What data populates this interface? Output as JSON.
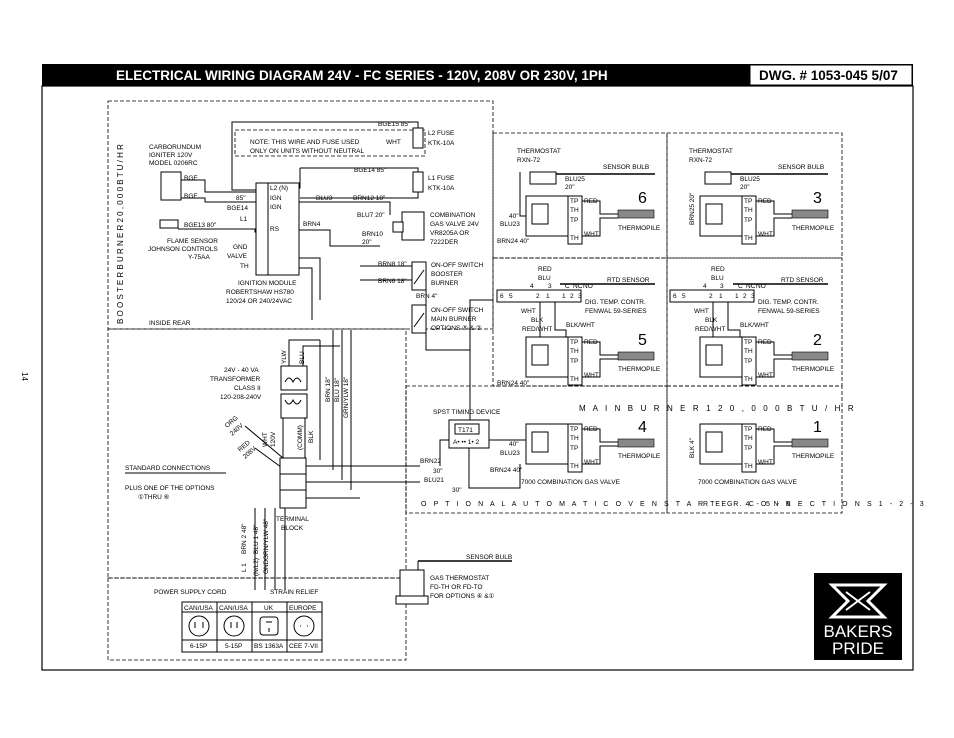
{
  "header": {
    "title": "ELECTRICAL WIRING DIAGRAM 24V  -  FC SERIES  -    120V, 208V  OR 230V, 1PH",
    "dwg": "DWG. # 1053-045 5/07"
  },
  "page_number": "14",
  "booster": {
    "vertical_label": "B O O S T E R   B U R N E R   2 0 , 0 0 0   B T U / H R",
    "inside_rear": "INSIDE REAR",
    "igniter": [
      "CARBORUNDUM",
      "IGNITER  120V",
      "MODEL 0206RC"
    ],
    "bge": "BGE",
    "bge14": "BGE14",
    "bge13": "BGE13  80\"",
    "bge15": "BGE15  85\"",
    "bge14_85": "BGE14  85\"",
    "flame_sensor": [
      "FLAME SENSOR",
      "JOHNSON CONTROLS",
      "Y-75AA"
    ],
    "note": [
      "NOTE:  THIS WIRE AND FUSE USED",
      "ONLY ON UNITS WITHOUT NEUTRAL"
    ],
    "wht": "WHT",
    "l2_fuse": [
      "L2 FUSE",
      "KTK-10A"
    ],
    "l1_fuse": [
      "L1 FUSE",
      "KTK-10A"
    ],
    "module_terms": [
      "L2 (N)",
      "IGN",
      "IGN",
      "L1",
      "RS",
      "GND",
      "VALVE",
      "TH"
    ],
    "ign_left_85": "85\"",
    "blu3": "BLU3",
    "brn12": "BRN12  18\"",
    "brn4": "BRN4",
    "blu7": "BLU7  20\"",
    "brn10": "BRN10",
    "brn10_len": "20\"",
    "combo_valve": [
      "COMBINATION",
      "GAS VALVE 24V",
      "VR8205A  OR",
      "7222DER"
    ],
    "module_name": [
      "IGNITION MODULE",
      "ROBERTSHAW HS780",
      "120/24  OR  240/24VAC"
    ],
    "brn8": "BRN8  18\"",
    "brn6": "BRN6  18\"",
    "brn_4": "BRN  4\"",
    "booster_switch": [
      "ON-OFF SWITCH",
      "BOOSTER",
      "BURNER"
    ],
    "main_switch": [
      "ON-OFF SWITCH",
      "MAIN BURNER",
      "OPTIONS  ⑤ & ②"
    ]
  },
  "transformer": {
    "label": [
      "24V - 40 VA",
      "TRANSFORMER",
      "CLASS II",
      "120-208-240V"
    ],
    "ylw": "YLW",
    "blu": "BLU",
    "org": "ORG",
    "v240": "240V",
    "red": "RED",
    "v208": "208V",
    "wht": "WHT",
    "v120": "120V",
    "com": "(COMM)",
    "blk": "BLK",
    "brn18": "BRN 18\"",
    "blu18": "BLU 18\"",
    "grn18": "GRN/YLW 18\""
  },
  "standard": {
    "line1": "STANDARD CONNECTIONS",
    "line2": "PLUS ONE OF THE OPTIONS",
    "line3": "①THRU  ⑥"
  },
  "terminal_block": [
    "TERMINAL",
    "BLOCK"
  ],
  "feed": {
    "brn2": "BRN 2  48\"",
    "blu1": "BLU 1  48\"",
    "grn": "GRN/YLW  48\"",
    "l1": "L 1",
    "n": "(N/L2)",
    "gnd": "GND"
  },
  "power": {
    "cord": "POWER SUPPLY CORD",
    "strain": "STRAIN RELIEF",
    "headers": [
      "CAN/USA",
      "CAN/USA",
      "UK",
      "EUROPE"
    ],
    "models": [
      "6-15P",
      "5-15P",
      "BS 1363A",
      "CEE 7-VII"
    ]
  },
  "thermostat": {
    "title": "THERMOSTAT",
    "model": "RXN-72",
    "sensor": "SENSOR BULB",
    "blu25": "BLU25",
    "len20": "20\"",
    "len40": "40\"",
    "blu23": "BLU23",
    "brn24": "BRN24  40\"",
    "brn25": "BRN25  20\"",
    "tp": "TP",
    "th": "TH",
    "red": "RED",
    "wht": "WHT",
    "thermopile": "THERMOPILE"
  },
  "rtd": {
    "red": "RED",
    "blu": "BLU",
    "sensor": "RTD SENSOR",
    "terms_left": [
      "4",
      "3"
    ],
    "terms_row": [
      "6",
      "5",
      "2",
      "1",
      "1",
      "2",
      "3"
    ],
    "cnc": [
      "C",
      "NC",
      "NO"
    ],
    "dig": [
      "DIG. TEMP. CONTR.",
      "FENWAL 59-SERIES"
    ],
    "wht": "WHT",
    "blk": "BLK",
    "red_wht": "RED/WHT",
    "blk_wht": "BLK/WHT"
  },
  "timer": {
    "title": "SPST TIMING DEVICE",
    "t171": "T171",
    "pins": "A•  •• 1• 2",
    "brn22": "BRN22",
    "len30": "30\"",
    "blu21": "BLU21",
    "len30b": "30\""
  },
  "bottom": {
    "main_burner": "M A I N   B U R N E R   1 2 0 , 0 0 0   B T U / H R",
    "combo_valve": "7000  COMBINATION GAS VALVE",
    "optional": "O P T I O N A L   A U T O M A T I C   O V E N   S T A R T E R   4 - 5 - 6",
    "reg": "R E G .  C O N N E C T I O N S   1 - 2 - 3",
    "blk4": "BLK 4\""
  },
  "gas_thermostat": [
    "GAS THERMOSTAT",
    "FD-TH  OR  FD-TO",
    "FOR OPTIONS  ④ &①"
  ],
  "gas_sensor": "SENSOR BULB",
  "options": [
    "6",
    "3",
    "5",
    "2",
    "4",
    "1"
  ],
  "logo": [
    "BAKERS",
    "PRIDE"
  ]
}
